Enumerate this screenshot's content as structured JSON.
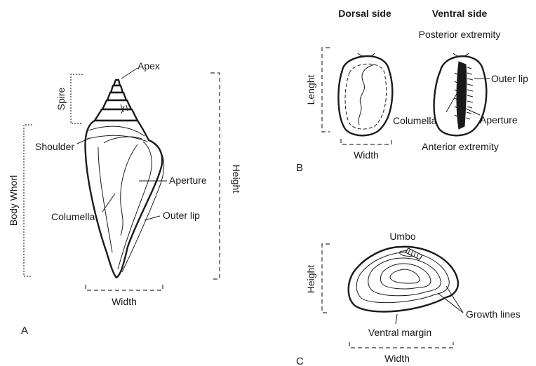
{
  "panel_a": {
    "letter": "A",
    "apex": "Apex",
    "spire": "Spire",
    "shoulder": "Shoulder",
    "body_whorl": "Body Whorl",
    "aperture": "Aperture",
    "columella": "Columella",
    "outer_lip": "Outer lip",
    "height": "Height",
    "width": "Width"
  },
  "panel_b": {
    "letter": "B",
    "dorsal": "Dorsal side",
    "ventral": "Ventral side",
    "posterior": "Posterior extremity",
    "outer_lip": "Outer lip",
    "columella": "Columella",
    "aperture": "Aperture",
    "anterior": "Anterior extremity",
    "length": "Lenght",
    "width": "Width"
  },
  "panel_c": {
    "letter": "C",
    "umbo": "Umbo",
    "height": "Height",
    "growth_lines": "Growth lines",
    "ventral_margin": "Ventral margin",
    "width": "Width"
  }
}
